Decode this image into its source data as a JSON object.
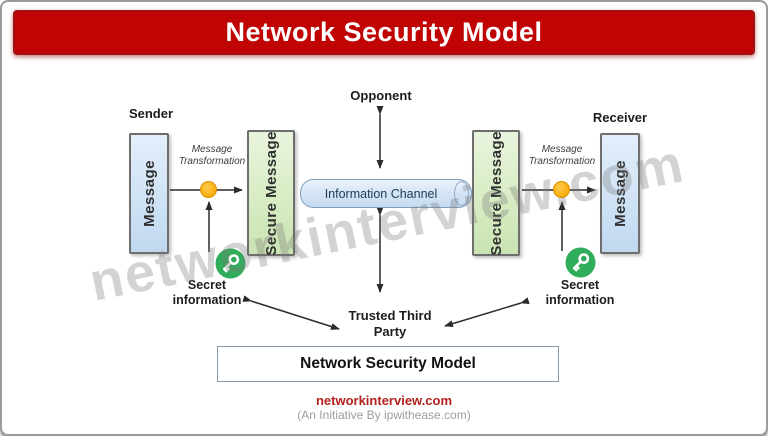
{
  "header": {
    "title": "Network Security Model"
  },
  "diagram": {
    "sender_label": "Sender",
    "receiver_label": "Receiver",
    "opponent_label": "Opponent",
    "message_box_label": "Message",
    "secure_message_box_label": "Secure Message",
    "information_channel_label": "Information Channel",
    "message_transformation": {
      "line1": "Message",
      "line2": "Transformation"
    },
    "secret_information": {
      "line1": "Secret",
      "line2": "information"
    },
    "trusted_third_party": {
      "line1": "Trusted Third",
      "line2": "Party"
    },
    "model_caption": "Network Security Model"
  },
  "watermark": {
    "text": "networkinterview.com"
  },
  "footer": {
    "site": "networkinterview.com",
    "tagline": "(An Initiative By ipwithease.com)"
  },
  "colors": {
    "banner_red": "#c00404",
    "message_box_blue": "#cfe3f5",
    "secure_message_green": "#d8ecc4",
    "channel_blue": "#d4e4f4",
    "transform_dot_orange": "#fbb216",
    "key_icon_green": "#2fad5a",
    "footer_red": "#b3221e",
    "watermark_gray": "#787878"
  }
}
